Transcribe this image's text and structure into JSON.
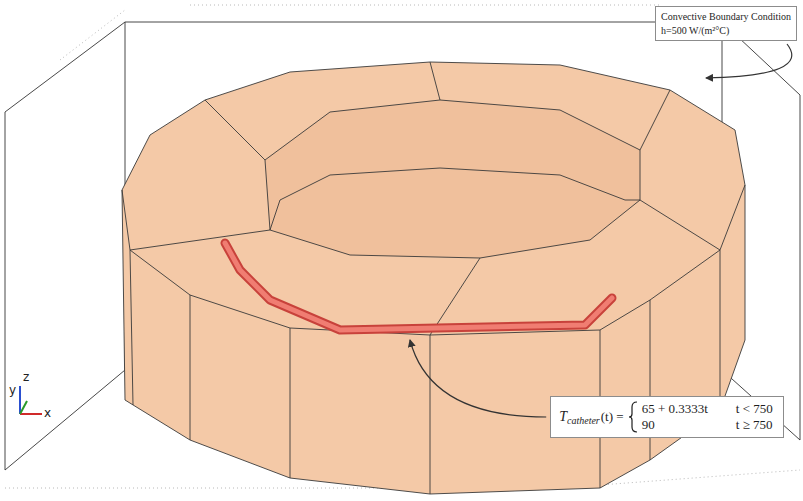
{
  "diagram": {
    "nodes": [
      {
        "text": [
          "Convective Boundary Condition",
          "h=500 W/(m²°C)"
        ]
      },
      {
        "text": [
          "T",
          "catheter",
          "(t) =",
          "65 + 0.3333t",
          "t < 750",
          "90",
          "t ≥ 750"
        ]
      }
    ],
    "labels": [
      "y",
      "z",
      "x"
    ]
  }
}
